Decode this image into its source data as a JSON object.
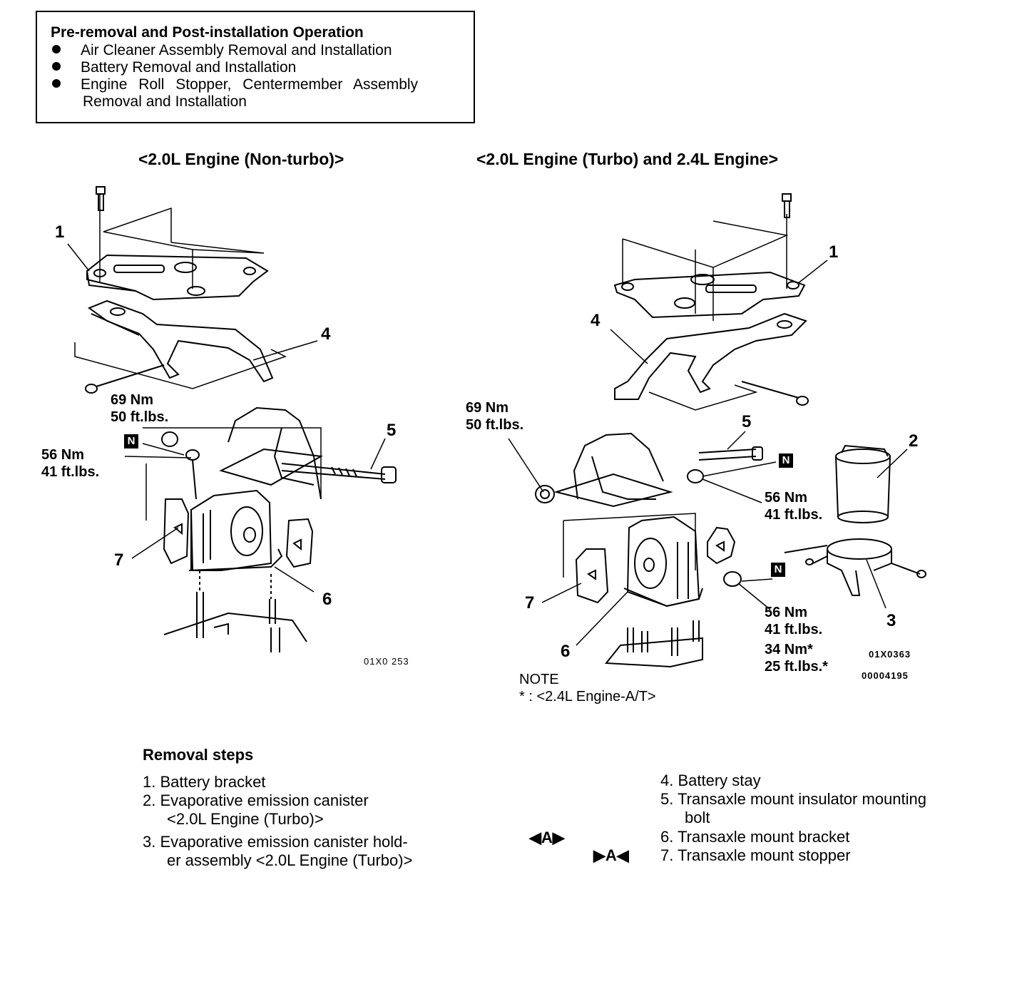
{
  "pre_removal": {
    "title": "Pre-removal and Post-installation Operation",
    "items": [
      "Air Cleaner Assembly Removal and Installation",
      "Battery Removal and Installation",
      "Engine Roll Stopper, Centermember Assembly",
      "Removal and Installation"
    ]
  },
  "left_diagram": {
    "title": "<2.0L Engine (Non-turbo)>",
    "callouts": [
      "1",
      "4",
      "5",
      "7",
      "6"
    ],
    "torque_1": [
      "69 Nm",
      "50 ft.lbs."
    ],
    "torque_2": [
      "56 Nm",
      "41 ft.lbs."
    ],
    "n_marker": "N",
    "figure_code": "01X0 253"
  },
  "right_diagram": {
    "title": "<2.0L Engine (Turbo) and 2.4L Engine>",
    "callouts": [
      "1",
      "4",
      "5",
      "2",
      "7",
      "6",
      "3"
    ],
    "torque_1": [
      "69 Nm",
      "50 ft.lbs."
    ],
    "torque_2": [
      "56 Nm",
      "41 ft.lbs."
    ],
    "torque_3": [
      "56 Nm",
      "41 ft.lbs.",
      "34 Nm*",
      "25 ft.lbs.*"
    ],
    "n_marker": "N",
    "figure_codes": [
      "01X0363",
      "00004195"
    ],
    "note_title": "NOTE",
    "note_text": "* : <2.4L Engine-A/T>"
  },
  "removal": {
    "title": "Removal steps",
    "steps_left": [
      "1. Battery bracket",
      "2. Evaporative emission canister",
      "<2.0L Engine (Turbo)>",
      "3. Evaporative emission canister hold-",
      "er assembly <2.0L Engine (Turbo)>"
    ],
    "steps_right": [
      "4. Battery stay",
      "5. Transaxle mount insulator mounting",
      "bolt",
      "6. Transaxle mount bracket",
      "7. Transaxle mount stopper"
    ],
    "mark_removal": "◀A▶",
    "mark_install": "▶A◀"
  }
}
